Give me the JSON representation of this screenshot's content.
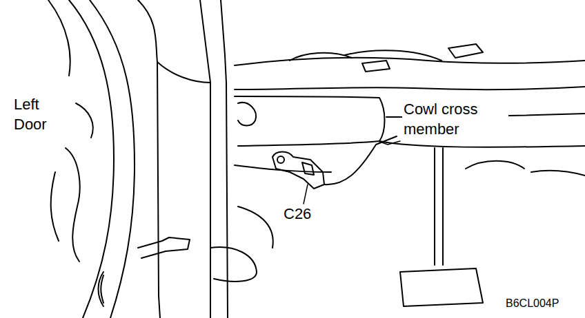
{
  "diagram": {
    "labels": [
      "Left Door",
      "Cowl cross member",
      "C26",
      "B6CL004P"
    ]
  }
}
